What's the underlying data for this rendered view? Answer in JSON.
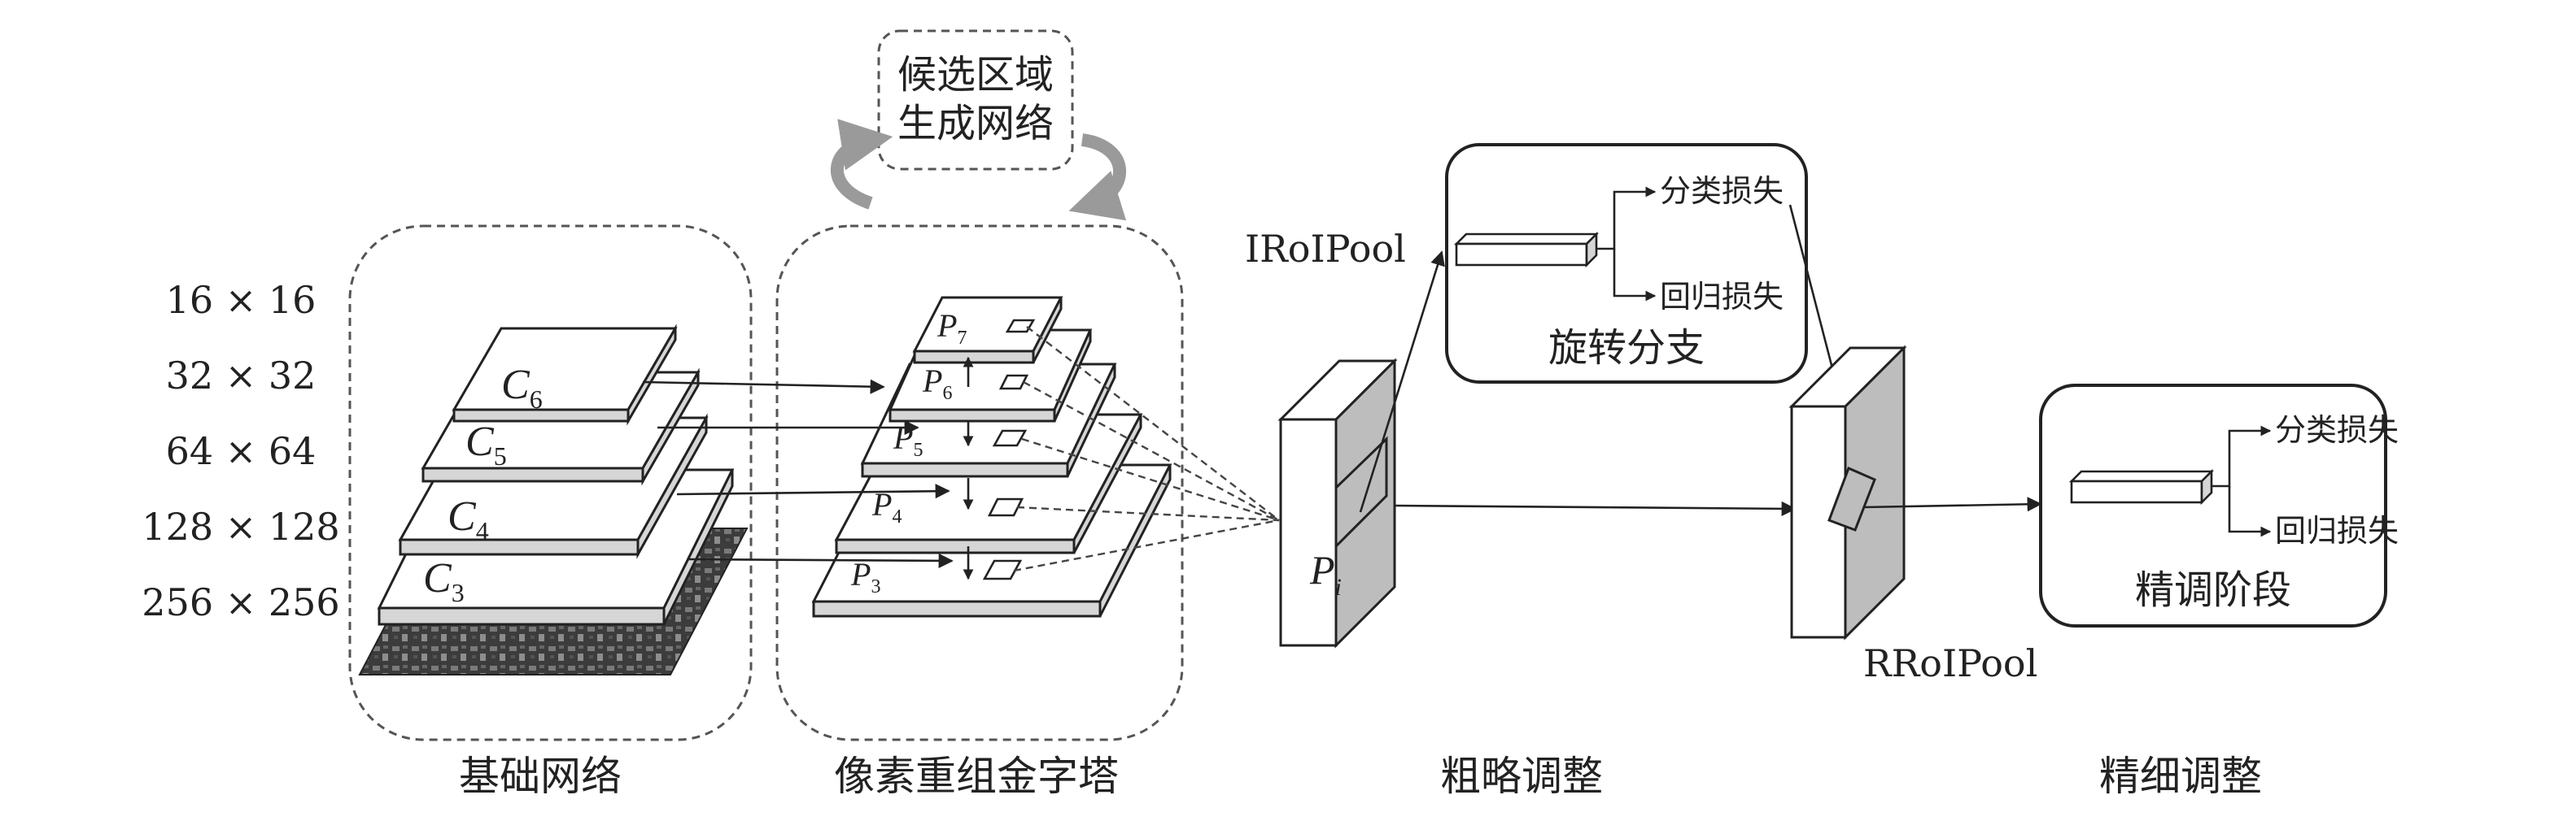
{
  "scale_labels": [
    "16 × 16",
    "32 × 32",
    "64 × 64",
    "128 × 128",
    "256 × 256"
  ],
  "backbone": {
    "title": "基础网络",
    "layers": [
      {
        "sym": "C",
        "sub": "6"
      },
      {
        "sym": "C",
        "sub": "5"
      },
      {
        "sym": "C",
        "sub": "4"
      },
      {
        "sym": "C",
        "sub": "3"
      }
    ]
  },
  "pyramid": {
    "title": "像素重组金字塔",
    "layers": [
      {
        "sym": "P",
        "sub": "7"
      },
      {
        "sym": "P",
        "sub": "6"
      },
      {
        "sym": "P",
        "sub": "5"
      },
      {
        "sym": "P",
        "sub": "4"
      },
      {
        "sym": "P",
        "sub": "3"
      }
    ]
  },
  "rpn": {
    "line1": "候选区域",
    "line2": "生成网络"
  },
  "coarse": {
    "title": "粗略调整",
    "feature_sym": "P",
    "feature_sub": "i",
    "pool_label": "IRoIPool"
  },
  "rotation_branch": {
    "title": "旋转分支",
    "loss_cls": "分类损失",
    "loss_reg": "回归损失"
  },
  "fine": {
    "title": "精细调整",
    "pool_label": "RRoIPool"
  },
  "refine_stage": {
    "title": "精调阶段",
    "loss_cls": "分类损失",
    "loss_reg": "回归损失"
  },
  "colors": {
    "line": "#222222",
    "panel_side": "#d6d6d6",
    "feature_map": "#bdbdbd",
    "rpn_arrow": "#9a9a9a"
  }
}
